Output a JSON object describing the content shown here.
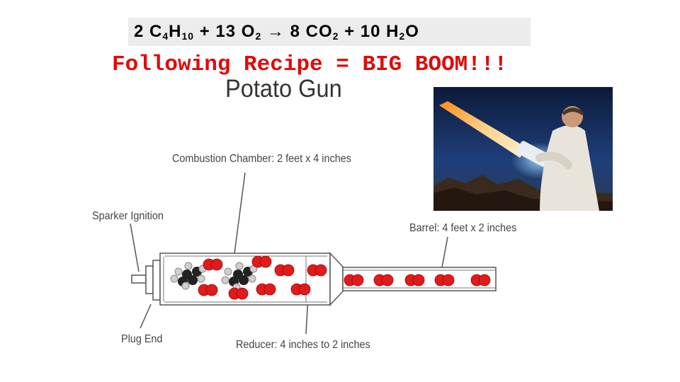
{
  "equation": {
    "coef1": "2 ",
    "c": "C",
    "c_sub": "4",
    "h": "H",
    "h_sub": "10",
    "plus1": " + 13 ",
    "o2": "O",
    "o2_sub": "2",
    "arrow": " → ",
    "coef3": " 8 ",
    "co2": "CO",
    "co2_sub": "2",
    "plus2": " + 10 ",
    "h2o_h": "H",
    "h2o_sub": "2",
    "h2o_o": "O"
  },
  "headline": "Following Recipe = BIG BOOM!!!",
  "diagram": {
    "title": "Potato Gun",
    "labels": {
      "combustion": "Combustion Chamber: 2 feet x 4 inches",
      "sparker": "Sparker Ignition",
      "barrel": "Barrel: 4 feet x 2 inches",
      "plug": "Plug End",
      "reducer": "Reducer: 4 inches to 2 inches"
    }
  },
  "colors": {
    "headline": "#e10a0a",
    "oxygen": "#e01b1b",
    "carbon": "#222222",
    "hydrogen": "#cfcfcf"
  }
}
